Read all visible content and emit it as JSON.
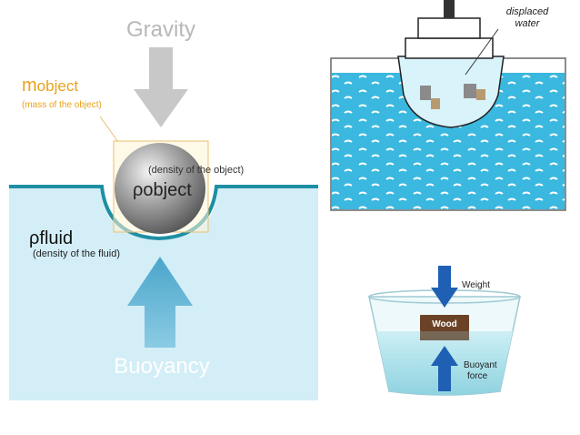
{
  "left_diagram": {
    "gravity_label": "Gravity",
    "mass_symbol": "m",
    "mass_subscript": "object",
    "mass_note": "(mass of the object)",
    "density_object_note": "(density of the object)",
    "rho_object_symbol": "ρ",
    "rho_object_subscript": "object",
    "rho_fluid_symbol": "ρ",
    "rho_fluid_subscript": "fluid",
    "density_fluid_note": "(density of the fluid)",
    "buoyancy_label": "Buoyancy",
    "colors": {
      "fluid": "#d3eef7",
      "surface_line": "#1f8fa4",
      "gravity_arrow": "#c8c8c8",
      "buoyancy_arrow": "#5fb3d3",
      "mass_label": "#e8a21b"
    }
  },
  "ship_diagram": {
    "callout_label_line1": "displaced",
    "callout_label_line2": "water",
    "colors": {
      "water": "#3ab8df",
      "hull_fill": "#d9f3fb"
    }
  },
  "bowl_diagram": {
    "weight_label": "Weight",
    "wood_label": "Wood",
    "buoyant_label_line1": "Buoyant",
    "buoyant_label_line2": "force",
    "colors": {
      "arrow": "#1f5fb4",
      "wood": "#6b4226",
      "water": "#b8e6ee"
    }
  }
}
